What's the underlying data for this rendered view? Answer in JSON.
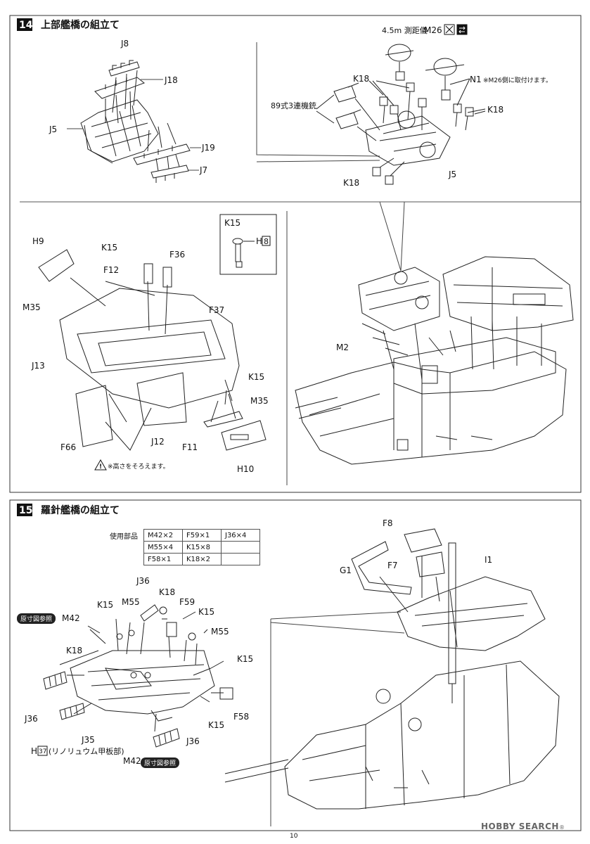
{
  "step14": {
    "number": "14",
    "title": "上部艦橋の組立て",
    "labels": {
      "J8": "J8",
      "J18": "J18",
      "J5": "J5",
      "J19": "J19",
      "J7": "J7",
      "rangefinder": "4.5m 測距儀",
      "M26": "M26",
      "K18a": "K18",
      "K18b": "K18",
      "K18c": "K18",
      "N1": "N1",
      "N1_note": "※M26側に取付けます。",
      "machinegun": "89式3連機銃",
      "J5b": "J5",
      "H9": "H9",
      "K15a": "K15",
      "F12": "F12",
      "M35a": "M35",
      "J13": "J13",
      "F36": "F36",
      "F37": "F37",
      "K15b": "K15",
      "M35b": "M35",
      "F66": "F66",
      "J12": "J12",
      "F11": "F11",
      "H10": "H10",
      "inset_K15": "K15",
      "inset_H": "H",
      "inset_H_num": "8",
      "M2": "M2",
      "note": "※高さをそろえます。"
    }
  },
  "step15": {
    "number": "15",
    "title": "羅針艦橋の組立て",
    "parts_used_label": "使用部品",
    "parts_table": [
      [
        "M42×2",
        "F59×1",
        "J36×4"
      ],
      [
        "M55×4",
        "K15×8",
        ""
      ],
      [
        "F58×1",
        "K18×2",
        ""
      ]
    ],
    "labels": {
      "J36a": "J36",
      "K18a": "K18",
      "K15a": "K15",
      "M55a": "M55",
      "F59": "F59",
      "K15b": "K15",
      "M55b": "M55",
      "M42a": "M42",
      "K18b": "K18",
      "K15c": "K15",
      "J36b": "J36",
      "F58": "F58",
      "K15d": "K15",
      "J35": "J35",
      "H37_prefix": "H",
      "H37_num": "37",
      "H37_text": "(リノリュウム甲板部)",
      "M42b": "M42",
      "J36c": "J36",
      "F8": "F8",
      "G1": "G1",
      "F7": "F7",
      "I1": "I1",
      "ref_tag_1": "原寸図参照",
      "ref_tag_2": "原寸図参照"
    }
  },
  "footer": {
    "page_number": "10"
  },
  "watermark": {
    "brand": "HOBBY SEARCH",
    "reg": "®"
  }
}
